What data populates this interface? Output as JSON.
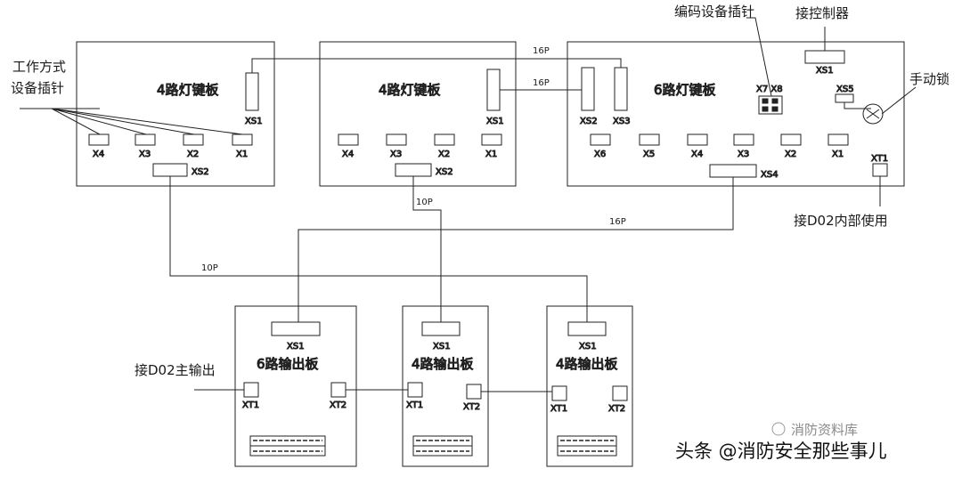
{
  "boards": {
    "key_board_left": {
      "title": "4路灯键板",
      "conn_top": "XS1",
      "conn_bottom": "XS2",
      "pins": [
        "X4",
        "X3",
        "X2",
        "X1"
      ]
    },
    "key_board_mid": {
      "title": "4路灯键板",
      "conn_top": "XS1",
      "conn_bottom": "XS2",
      "pins": [
        "X4",
        "X3",
        "X2",
        "X1"
      ]
    },
    "key_board_right": {
      "title": "6路灯键板",
      "conn_a": "XS2",
      "conn_b": "XS3",
      "conn_top": "XS1",
      "conn_coder": "X7 X8",
      "conn_lock": "XS5",
      "conn_bottom": "XS4",
      "conn_xt1": "XT1",
      "pins": [
        "X6",
        "X5",
        "X4",
        "X3",
        "X2",
        "X1"
      ]
    },
    "out_board_left": {
      "title": "6路输出板",
      "conn_top": "XS1",
      "t1": "XT1",
      "t2": "XT2"
    },
    "out_board_mid": {
      "title": "4路输出板",
      "conn_top": "XS1",
      "t1": "XT1",
      "t2": "XT2"
    },
    "out_board_right": {
      "title": "4路输出板",
      "conn_top": "XS1",
      "t1": "XT1",
      "t2": "XT2"
    }
  },
  "annotations": {
    "work_mode_line1": "工作方式",
    "work_mode_line2": "设备插针",
    "coder_pins": "编码设备插针",
    "to_controller": "接控制器",
    "manual_lock": "手动锁",
    "d02_internal": "接D02内部使用",
    "d02_main_output": "接D02主输出"
  },
  "cables": {
    "top_16p_1": "16P",
    "top_16p_2": "16P",
    "mid_10p": "10P",
    "right_16p": "16P",
    "left_10p": "10P"
  },
  "watermark": "消防资料库",
  "signature": "头条 @消防安全那些事儿"
}
